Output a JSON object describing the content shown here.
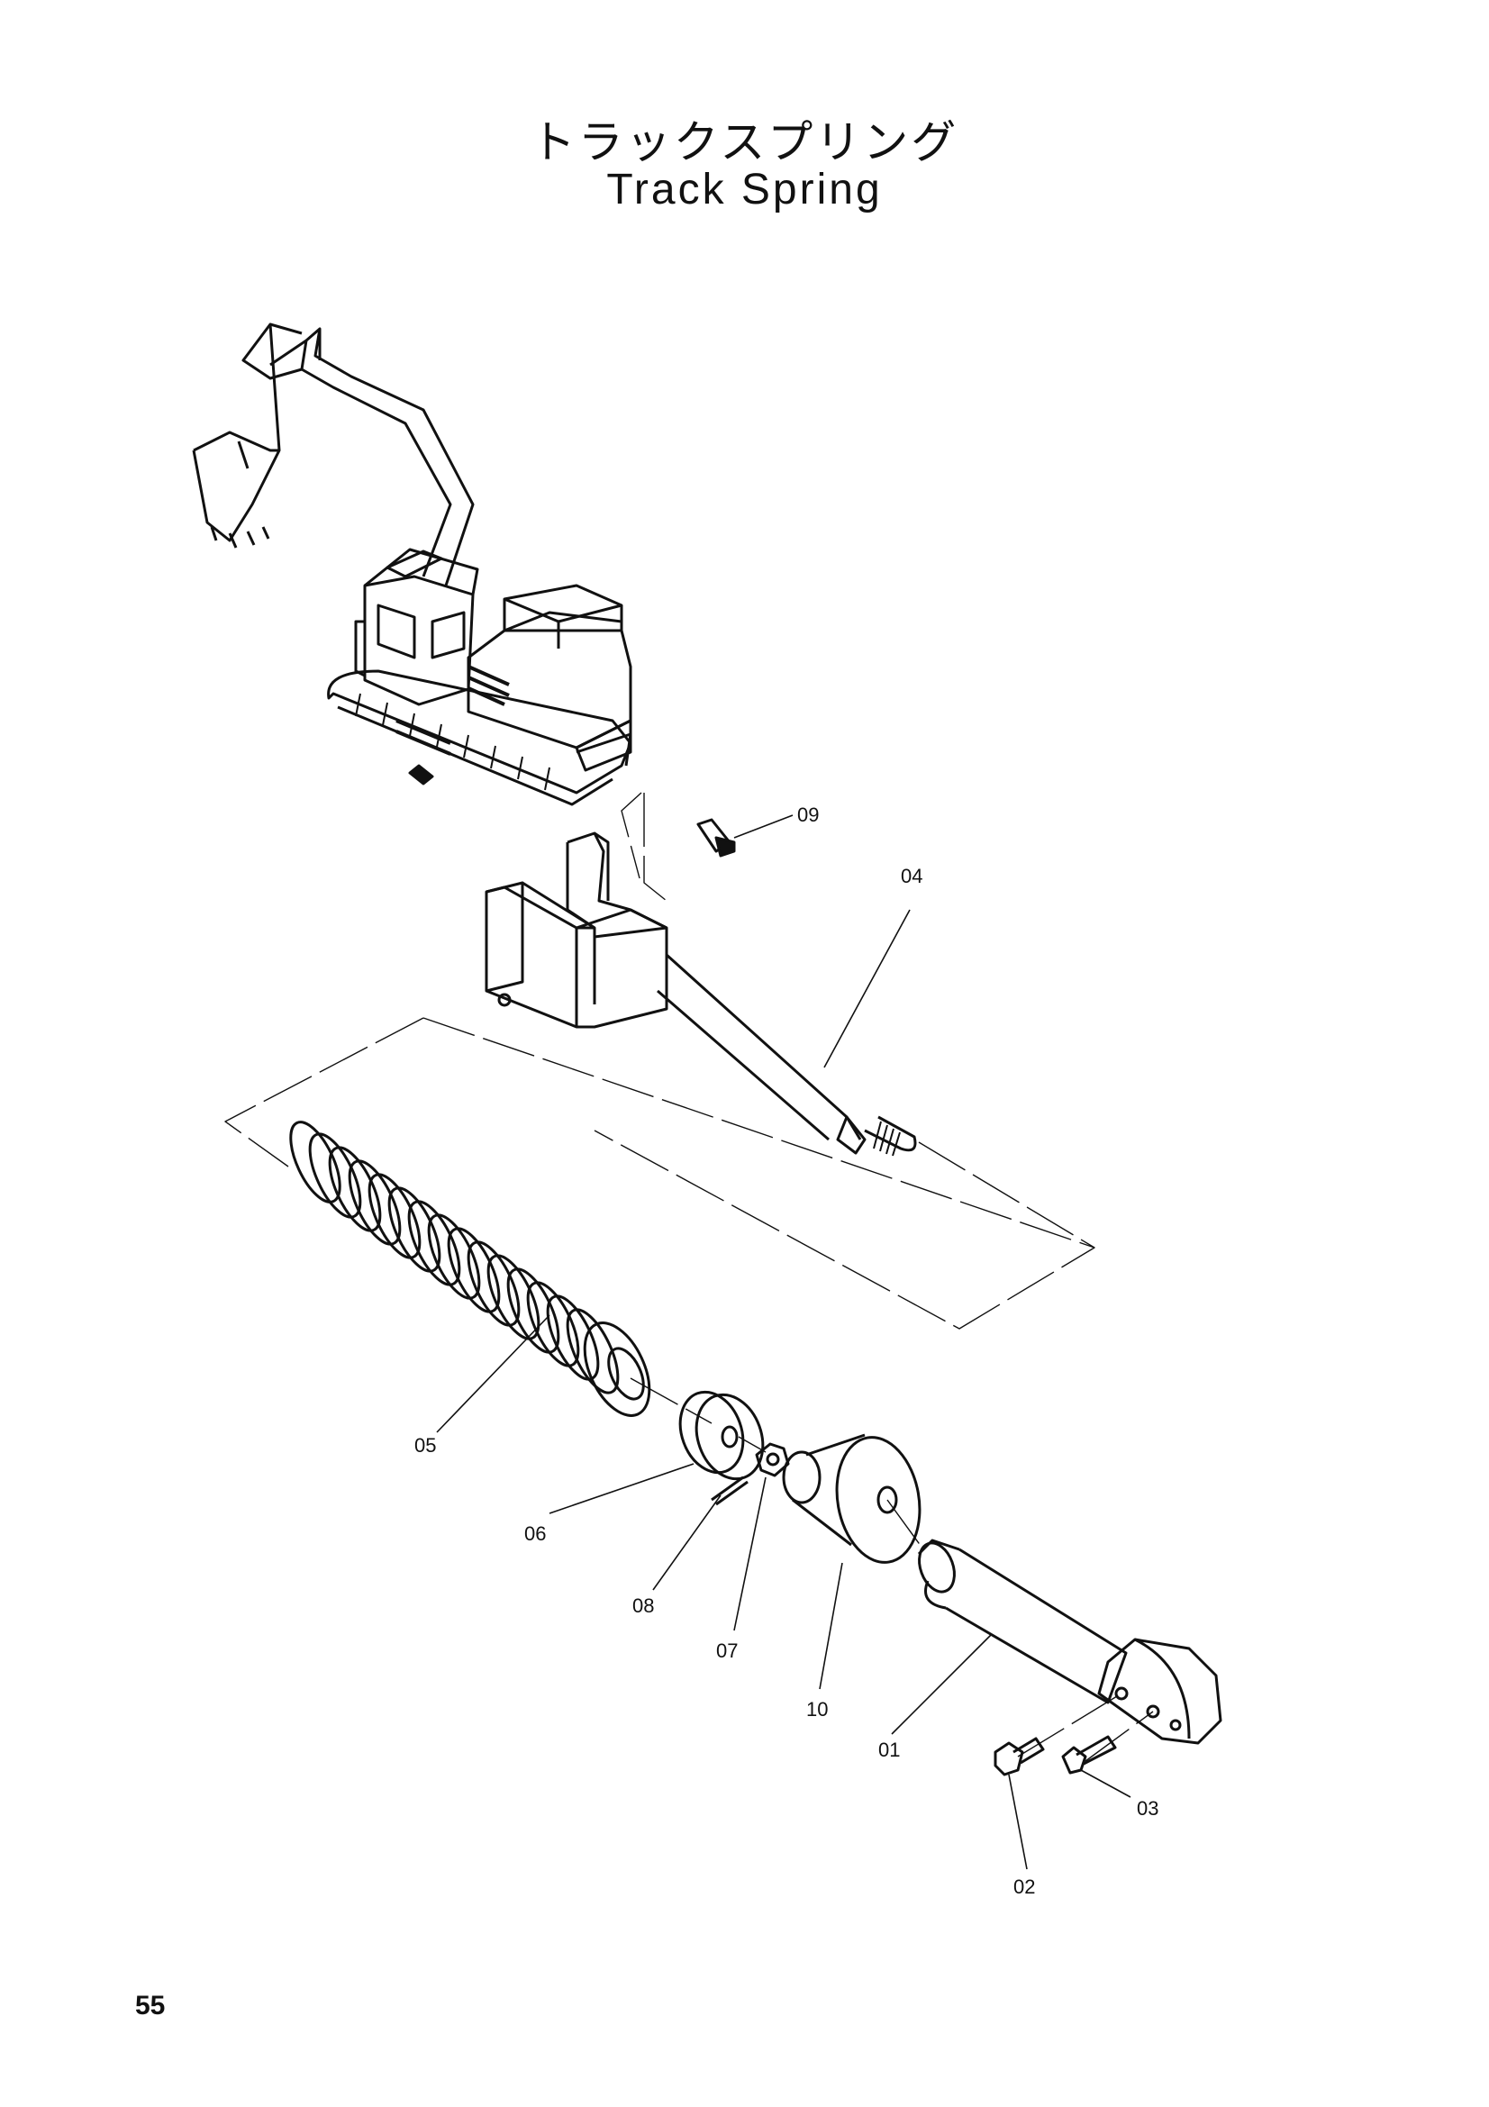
{
  "title_jp": "トラックスプリング",
  "title_en": "Track Spring",
  "page_number": "55",
  "parts": [
    {
      "no": "09"
    },
    {
      "no": "04"
    },
    {
      "no": "05"
    },
    {
      "no": "06"
    },
    {
      "no": "08"
    },
    {
      "no": "07"
    },
    {
      "no": "10"
    },
    {
      "no": "01"
    },
    {
      "no": "02"
    },
    {
      "no": "03"
    }
  ]
}
